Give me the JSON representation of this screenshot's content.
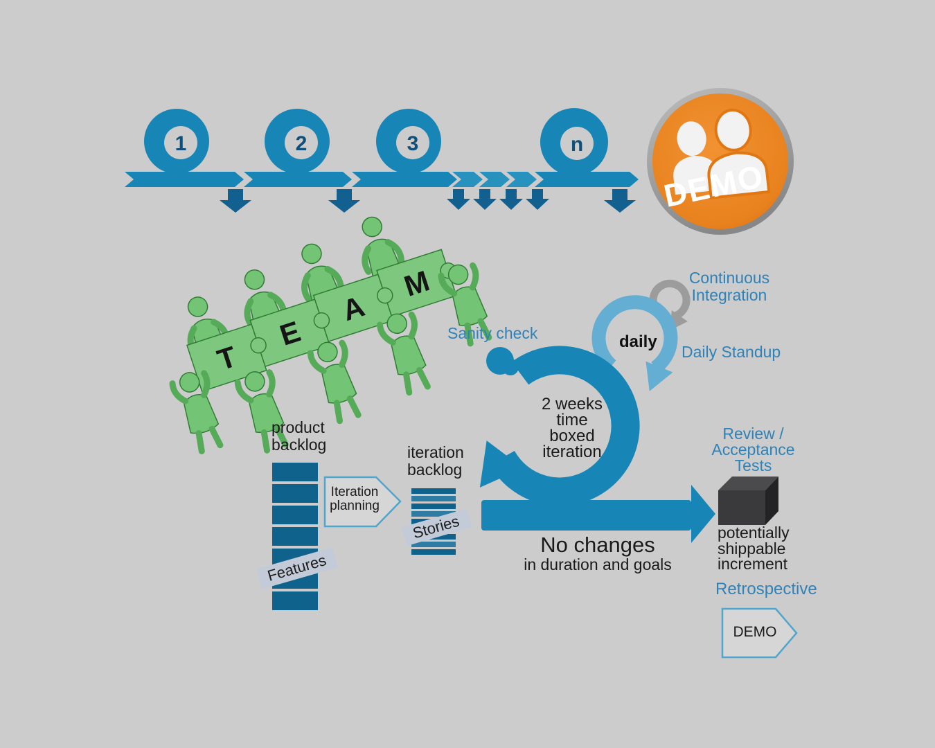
{
  "colors": {
    "background": "#cccccc",
    "primary_blue": "#1786b6",
    "chevron_blue": "#2892bf",
    "dark_arrow_blue": "#11608f",
    "number_blue": "#0f4f7c",
    "light_blue": "#64aed4",
    "loop_gray": "#9c9c9c",
    "label_blue": "#2e82b8",
    "text_black": "#1a1a1a",
    "bar_blue": "#0f628c",
    "banner_gray": "#c2cbd7",
    "demo_orange": "#e8821e",
    "team_green": "#74c476",
    "cube_gray": "#3a3a3c"
  },
  "sprint_row": {
    "loop_labels": [
      "1",
      "2",
      "3",
      "n"
    ],
    "demo_badge_label": "DEMO"
  },
  "team": {
    "letters": [
      "T",
      "E",
      "A",
      "M"
    ]
  },
  "iteration_loop": {
    "sanity_check_label": "Sanity check",
    "center_text": "2 weeks\ntime\nboxed\niteration"
  },
  "daily_cycle": {
    "daily_label": "daily",
    "continuous_integration_label": "Continuous\nIntegration",
    "daily_standup_label": "Daily Standup"
  },
  "product_backlog": {
    "title": "product\nbacklog",
    "banner_label": "Features"
  },
  "iteration_planning": {
    "label": "Iteration\nplanning"
  },
  "iteration_backlog": {
    "title": "iteration\nbacklog",
    "banner_label": "Stories"
  },
  "no_changes": {
    "headline": "No changes",
    "subline": "in duration and goals"
  },
  "increment": {
    "review_label": "Review /\nAcceptance Tests",
    "caption": "potentially\nshippable\nincrement",
    "retrospective_label": "Retrospective",
    "demo_label": "DEMO"
  }
}
